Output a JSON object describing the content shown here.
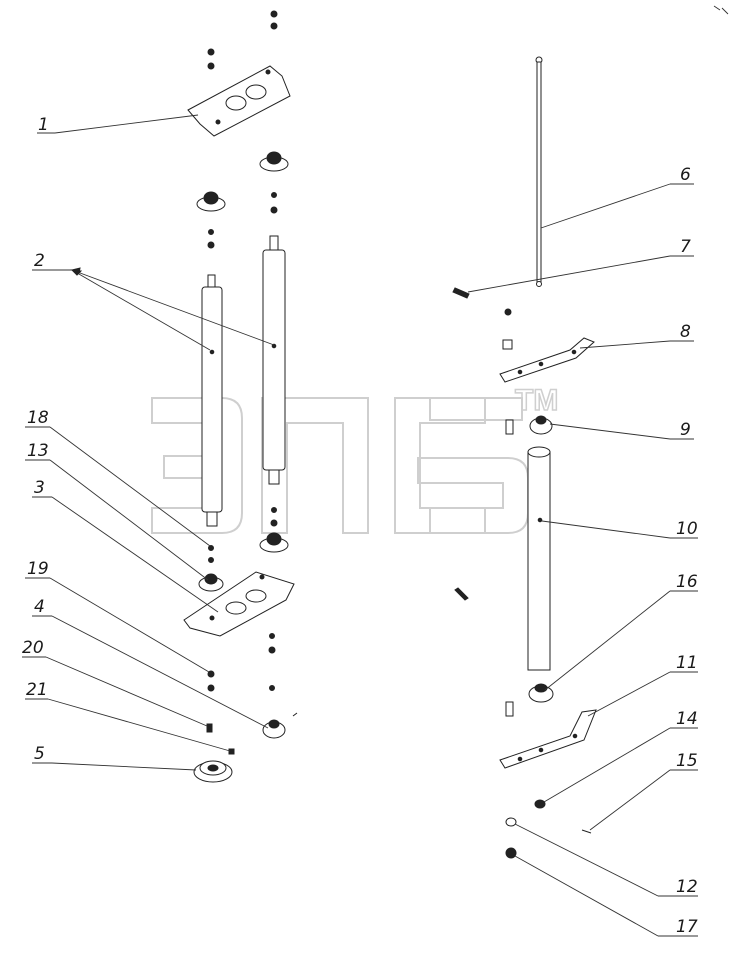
{
  "watermark": {
    "tm": "TM"
  },
  "labels": {
    "l1": "1",
    "l2": "2",
    "l3": "3",
    "l4": "4",
    "l5": "5",
    "l6": "6",
    "l7": "7",
    "l8": "8",
    "l9": "9",
    "l10": "10",
    "l11": "11",
    "l12": "12",
    "l13": "13",
    "l14": "14",
    "l15": "15",
    "l16": "16",
    "l17": "17",
    "l18": "18",
    "l19": "19",
    "l20": "20",
    "l21": "21"
  }
}
